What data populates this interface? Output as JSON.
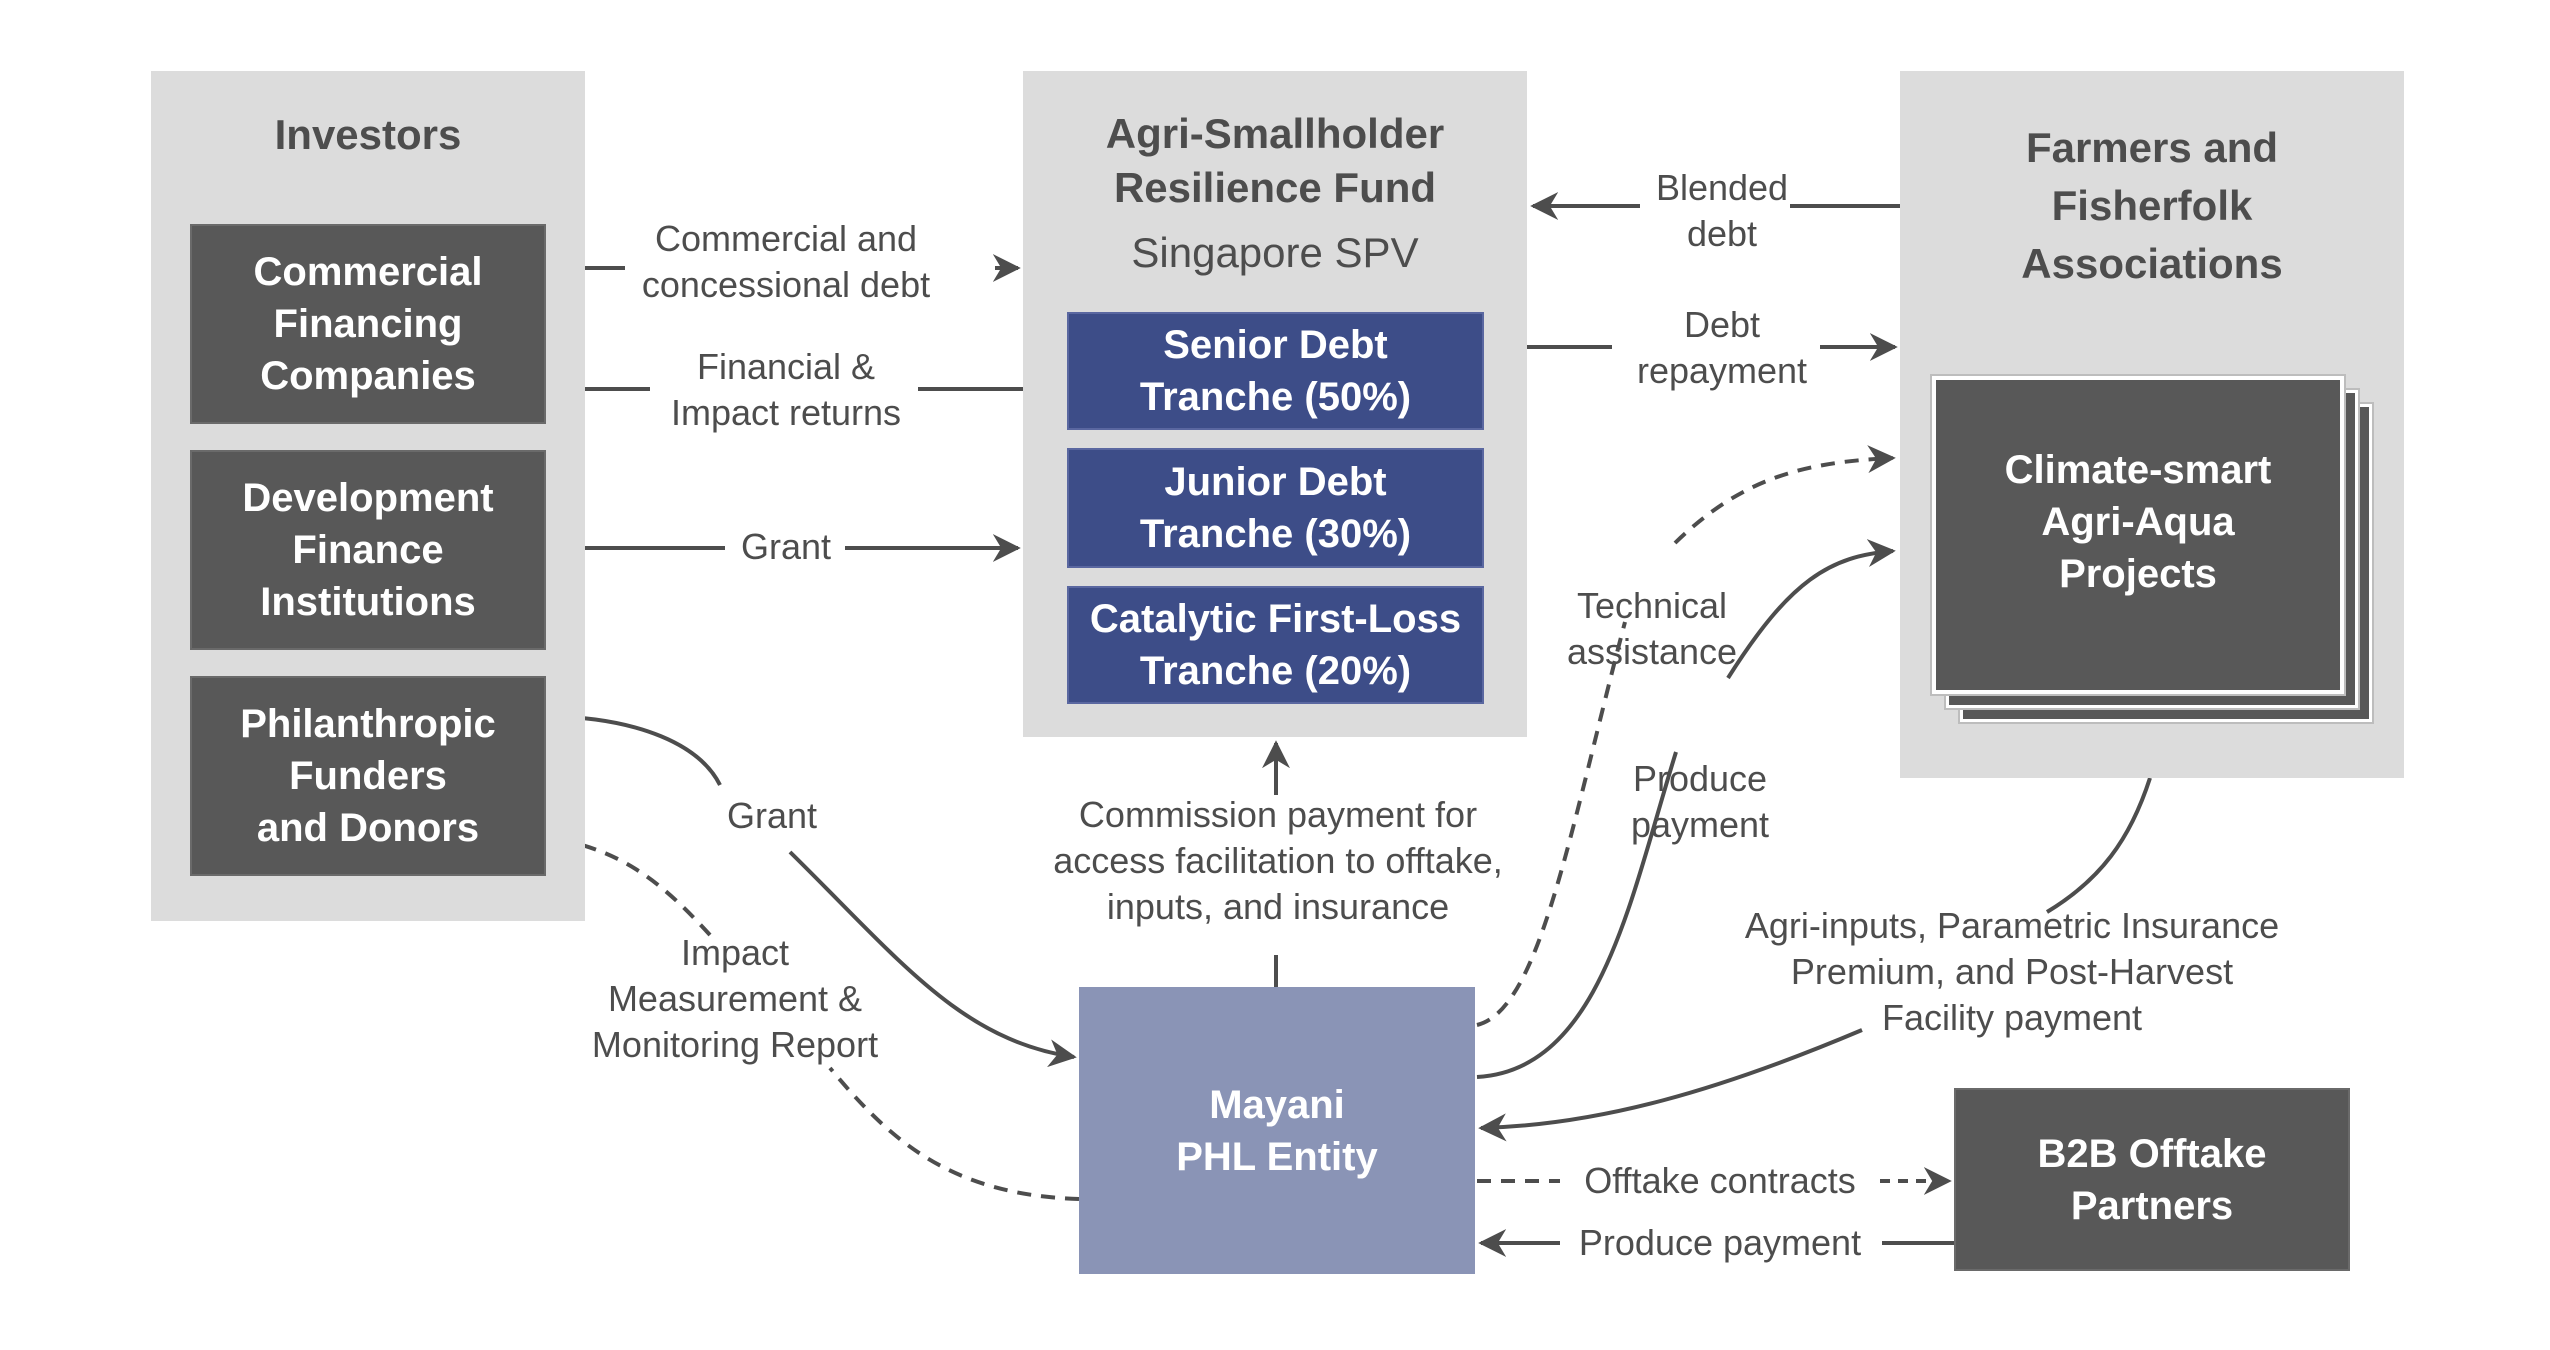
{
  "diagram": {
    "investors": {
      "title": "Investors",
      "members": [
        {
          "label": "Commercial\nFinancing\nCompanies"
        },
        {
          "label": "Development\nFinance\nInstitutions"
        },
        {
          "label": "Philanthropic\nFunders\nand Donors"
        }
      ]
    },
    "fund": {
      "title_line1": "Agri-Smallholder",
      "title_line2": "Resilience Fund",
      "subtitle": "Singapore SPV",
      "tranches": [
        {
          "label": "Senior Debt\nTranche (50%)",
          "share_percent": 50
        },
        {
          "label": "Junior Debt\nTranche (30%)",
          "share_percent": 30
        },
        {
          "label": "Catalytic First-Loss\nTranche (20%)",
          "share_percent": 20
        }
      ]
    },
    "farmers": {
      "title": "Farmers and\nFisherfolk\nAssociations",
      "projects": "Climate-smart\nAgri-Aqua\nProjects"
    },
    "mayani": {
      "label": "Mayani\nPHL Entity"
    },
    "offtake": {
      "label": "B2B Offtake\nPartners"
    },
    "flows": {
      "commercial_debt": "Commercial and\nconcessional debt",
      "returns": "Financial &\nImpact returns",
      "dfi_grant": "Grant",
      "phil_grant": "Grant",
      "impact_report": "Impact\nMeasurement &\nMonitoring Report",
      "commission": "Commission payment for\naccess facilitation to offtake,\ninputs, and insurance",
      "blended_debt": "Blended\ndebt",
      "debt_repayment": "Debt\nrepayment",
      "technical_assistance": "Technical\nassistance",
      "produce_payment_farmers": "Produce\npayment",
      "agri_inputs": "Agri-inputs, Parametric Insurance\nPremium, and Post-Harvest\nFacility payment",
      "offtake_contracts": "Offtake contracts",
      "produce_payment_offtake": "Produce payment"
    },
    "colors": {
      "panel": "#dcdcdc",
      "dark_box": "#585858",
      "tranche": "#3d4d88",
      "mayani": "#8a94b6",
      "arrow": "#4d4d4d"
    }
  }
}
